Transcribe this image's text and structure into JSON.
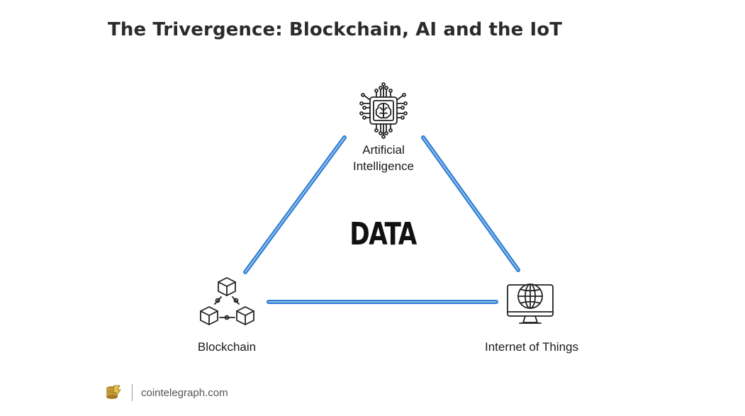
{
  "title": "The Trivergence: Blockchain, AI and the IoT",
  "center_label": "DATA",
  "nodes": {
    "ai": {
      "label_line1": "Artificial",
      "label_line2": "Intelligence",
      "icon": "ai-chip-brain-icon"
    },
    "blockchain": {
      "label": "Blockchain",
      "icon": "blockchain-cubes-icon"
    },
    "iot": {
      "label": "Internet of Things",
      "icon": "monitor-globe-icon"
    }
  },
  "footer": {
    "logo_icon": "cointelegraph-logo-icon",
    "source": "cointelegraph.com"
  },
  "colors": {
    "edge": "#2f7fd3",
    "edge_highlight": "#a9cdf2",
    "icon_stroke": "#222222"
  }
}
